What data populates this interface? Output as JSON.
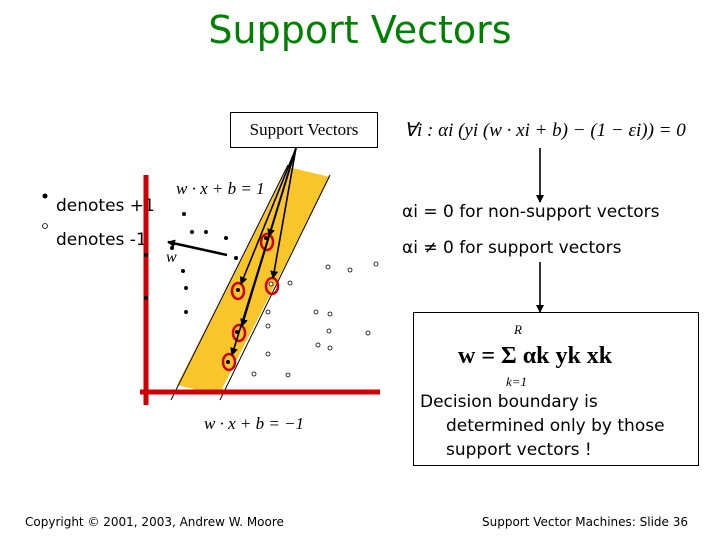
{
  "title": "Support Vectors",
  "sv_label": "Support Vectors",
  "legend": {
    "plus": "denotes +1",
    "minus": "denotes -1"
  },
  "alpha_lines": {
    "zero": "αi = 0 for non-support vectors",
    "nonzero": "αi ≠ 0 for support vectors"
  },
  "equations": {
    "upper_margin": "w · x + b = 1",
    "lower_margin": "w · x + b = −1",
    "w_label": "w",
    "constraint": "∀i : αi (yi (w · xi + b) − (1 − εi)) = 0",
    "weight_sum": "w = Σ αk yk xk",
    "sum_top": "R",
    "sum_bottom": "k=1"
  },
  "decision": {
    "line1": "Decision boundary is",
    "line2": "determined only by those",
    "line3": "support vectors !"
  },
  "footer": {
    "copyright": "Copyright © 2001, 2003, Andrew W. Moore",
    "slide": "Support Vector Machines: Slide 36"
  },
  "colors": {
    "title": "#008000",
    "margin_band": "#f8c62a",
    "axis": "#cc0000",
    "support_circle": "#cc0000"
  }
}
